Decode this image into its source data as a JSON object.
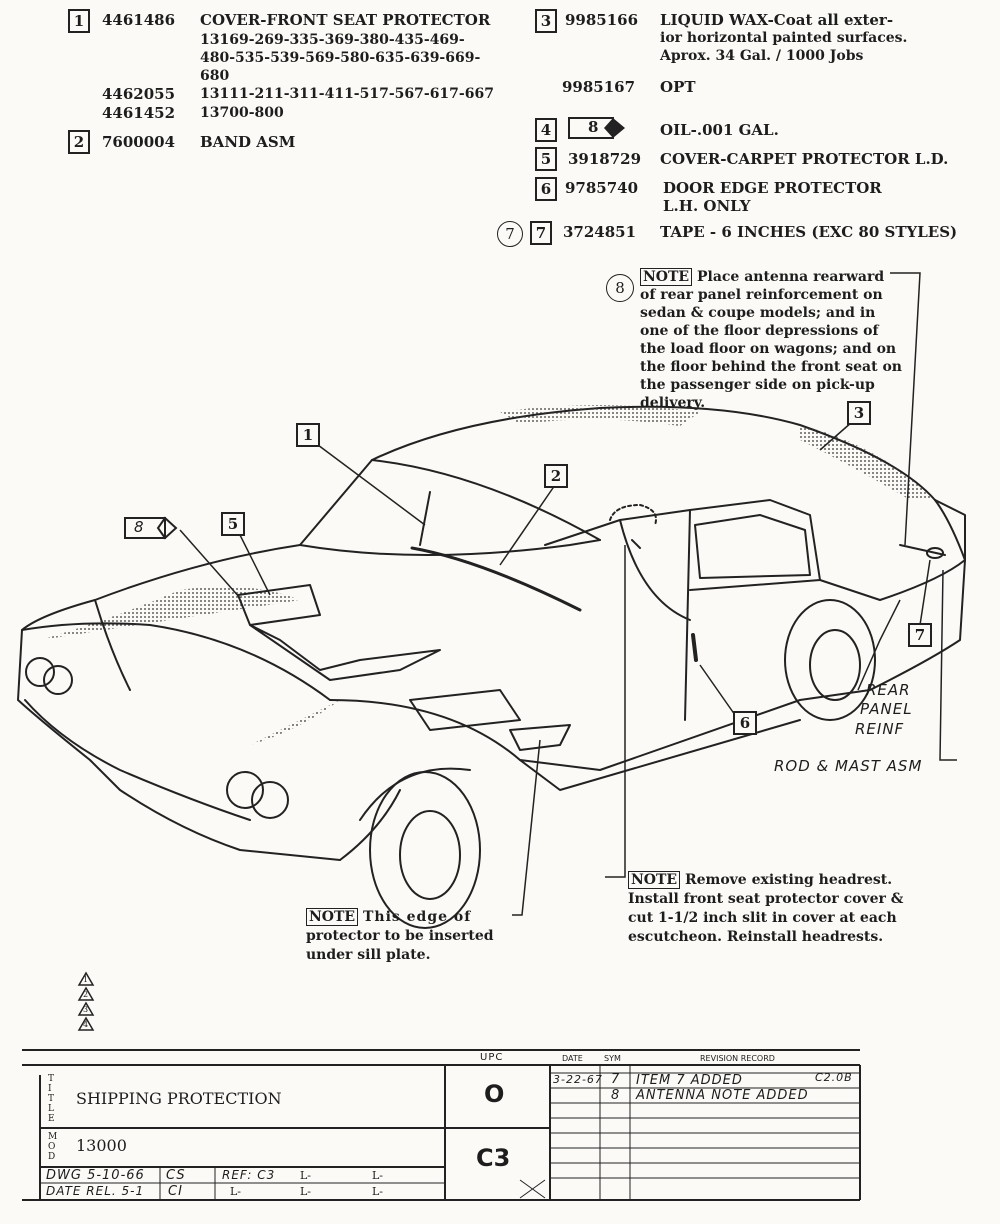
{
  "parts": [
    {
      "num": "1",
      "part": "4461486",
      "desc": [
        "COVER-FRONT SEAT PROTECTOR",
        "13169-269-335-369-380-435-469-",
        "480-535-539-569-580-635-639-669-",
        "680"
      ]
    },
    {
      "num": "",
      "part": "4462055",
      "desc": [
        "13111-211-311-411-517-567-617-667"
      ]
    },
    {
      "num": "",
      "part": "4461452",
      "desc": [
        "13700-800"
      ]
    },
    {
      "num": "2",
      "part": "7600004",
      "desc": [
        "BAND ASM"
      ]
    },
    {
      "num": "3",
      "part": "9985166",
      "desc": [
        "LIQUID WAX-Coat all exter-",
        "ior horizontal painted surfaces.",
        "Aprox. 34 Gal. / 1000 Jobs"
      ]
    },
    {
      "num": "",
      "part": "9985167",
      "desc": [
        "OPT"
      ]
    },
    {
      "num": "4",
      "part": "8",
      "desc": [
        "OIL-.001 GAL."
      ]
    },
    {
      "num": "5",
      "part": "3918729",
      "desc": [
        "COVER-CARPET PROTECTOR L.D."
      ]
    },
    {
      "num": "6",
      "part": "9785740",
      "desc": [
        "DOOR EDGE PROTECTOR",
        "L.H. ONLY"
      ]
    },
    {
      "num": "7",
      "part": "3724851",
      "desc": [
        "TAPE - 6 INCHES (EXC 80 STYLES)"
      ]
    }
  ],
  "rev_circle_7": "7",
  "notes": {
    "antenna": {
      "circle": "8",
      "tag": "NOTE",
      "lines": [
        "Place antenna rearward",
        "of rear panel reinforcement on",
        "sedan & coupe models; and in",
        "one of the floor depressions of",
        "the load floor on wagons; and on",
        "the floor behind the front seat on",
        "the passenger side on pick-up",
        "delivery."
      ]
    },
    "headrest": {
      "tag": "NOTE",
      "lines": [
        "Remove existing headrest.",
        "Install front seat protector cover &",
        "cut 1-1/2 inch slit in cover at each",
        "escutcheon.  Reinstall headrests."
      ]
    },
    "sill": {
      "tag": "NOTE",
      "lines": [
        "This edge of",
        "protector to be inserted",
        "under sill plate."
      ]
    }
  },
  "callouts": {
    "c1": "1",
    "c2": "2",
    "c3": "3",
    "c4": "8",
    "c5": "5",
    "c6": "6",
    "c7": "7",
    "rear_panel_reinf": [
      "REAR",
      "PANEL",
      "REINF"
    ],
    "rod_mast": "ROD & MAST ASM"
  },
  "revision_triangles": [
    "1",
    "2",
    "3",
    "4"
  ],
  "title_block": {
    "title_label": "TITLE",
    "title": "SHIPPING PROTECTION",
    "mod_label": "MOD",
    "mod": "13000",
    "upc_header": "UPC",
    "upc_top": "O",
    "upc_bottom": "C3",
    "dwg_row": [
      "DWG 5-10-66",
      "CS",
      "REF: C3",
      "L-",
      "L-"
    ],
    "date_row": [
      "DATE REL. 5-1",
      "CI",
      "L-",
      "L-",
      "L-"
    ],
    "rev_headers": [
      "DATE",
      "SYM",
      "REVISION RECORD"
    ],
    "revisions": [
      {
        "date": "3-22-67",
        "sym": "7",
        "desc": "ITEM 7 ADDED",
        "code": "C2.0B"
      },
      {
        "date": "",
        "sym": "8",
        "desc": "ANTENNA NOTE ADDED",
        "code": ""
      }
    ]
  }
}
